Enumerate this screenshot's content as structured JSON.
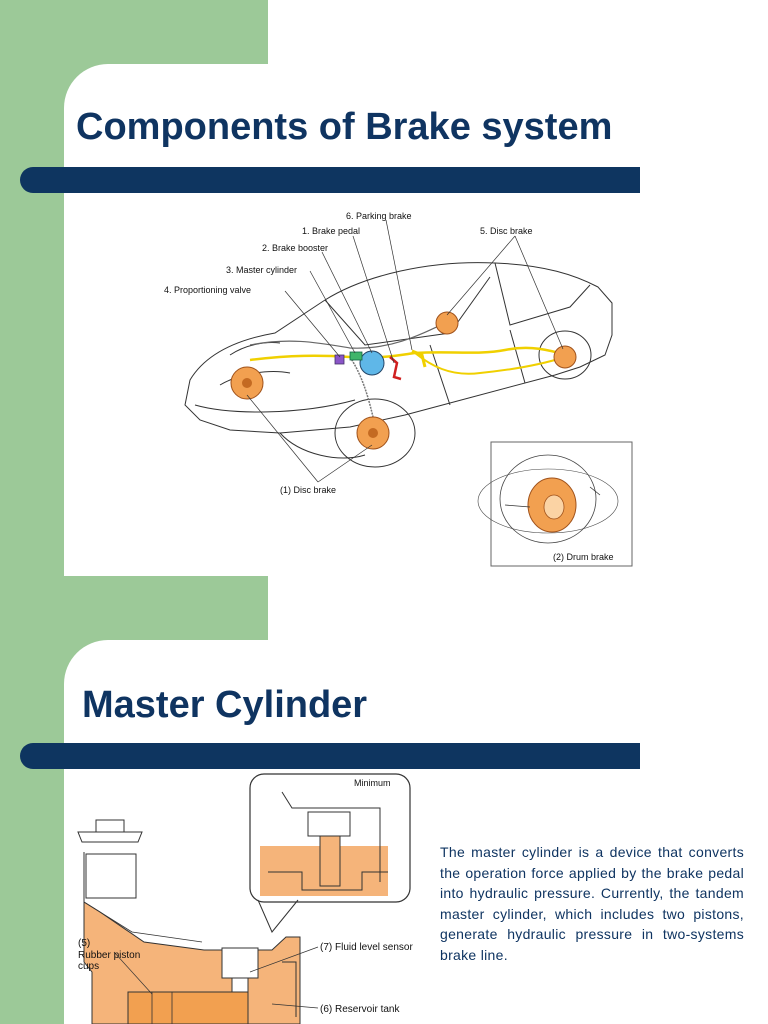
{
  "slide1": {
    "title": "Components of Brake system",
    "labels": {
      "parking_brake": "6. Parking brake",
      "brake_pedal": "1. Brake pedal",
      "brake_booster": "2. Brake booster",
      "master_cylinder": "3. Master cylinder",
      "proportioning_valve": "4. Proportioning valve",
      "disc_brake_rear": "5. Disc brake",
      "disc_brake_front": "(1) Disc brake",
      "drum_brake": "(2)  Drum brake"
    }
  },
  "slide2": {
    "title": "Master Cylinder",
    "labels": {
      "minimum": "Minimum",
      "rubber_piston_num": "(5)",
      "rubber_piston_1": "Rubber piston",
      "rubber_piston_2": "cups",
      "fluid_level_sensor": "(7) Fluid level sensor",
      "reservoir_tank": "(6) Reservoir tank"
    },
    "description": "The master cylinder is a device that converts the operation force applied by the brake pedal into hydraulic pressure. Currently, the tandem master cylinder, which includes two pistons, generate hydraulic pressure in two-systems brake line."
  },
  "colors": {
    "green": "#9cc998",
    "navy": "#0e3560",
    "title": "#0f3461",
    "orange": "#f2a050",
    "fluid": "#f5b47a"
  }
}
